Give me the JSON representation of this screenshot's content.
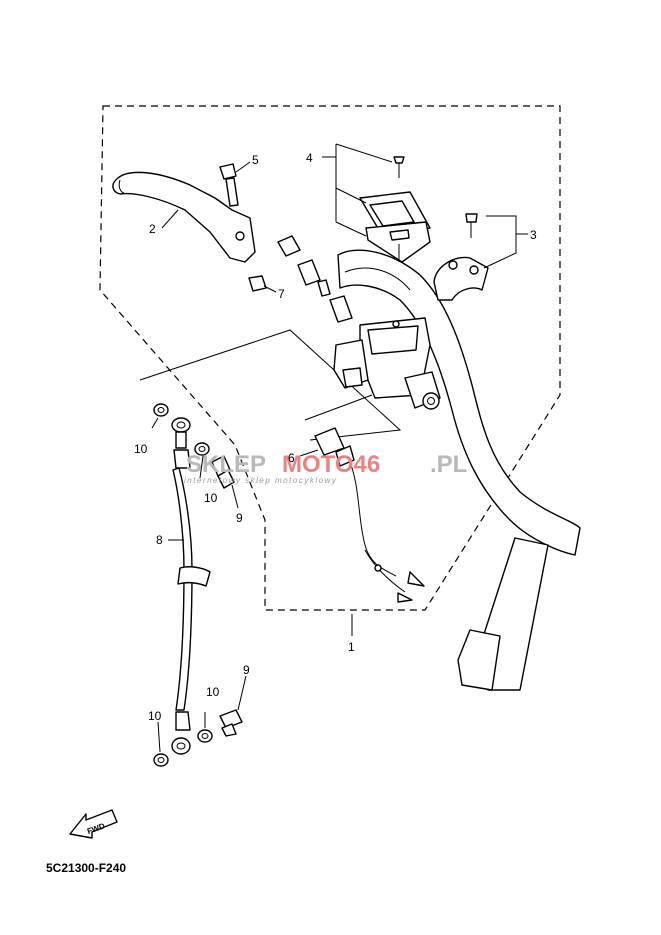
{
  "callouts": {
    "c1": "1",
    "c2": "2",
    "c3": "3",
    "c4": "4",
    "c5": "5",
    "c6": "6",
    "c7": "7",
    "c8": "8",
    "c9a": "9",
    "c9b": "9",
    "c10a": "10",
    "c10b": "10",
    "c10c": "10",
    "c10d": "10"
  },
  "watermark": {
    "part1": "SKLEP",
    "part2": "MOTO46",
    "part3": ".PL",
    "subtitle": "internetowy sklep motocyklowy"
  },
  "fwd_label": "FWD",
  "drawing_code": "5C21300-F240"
}
